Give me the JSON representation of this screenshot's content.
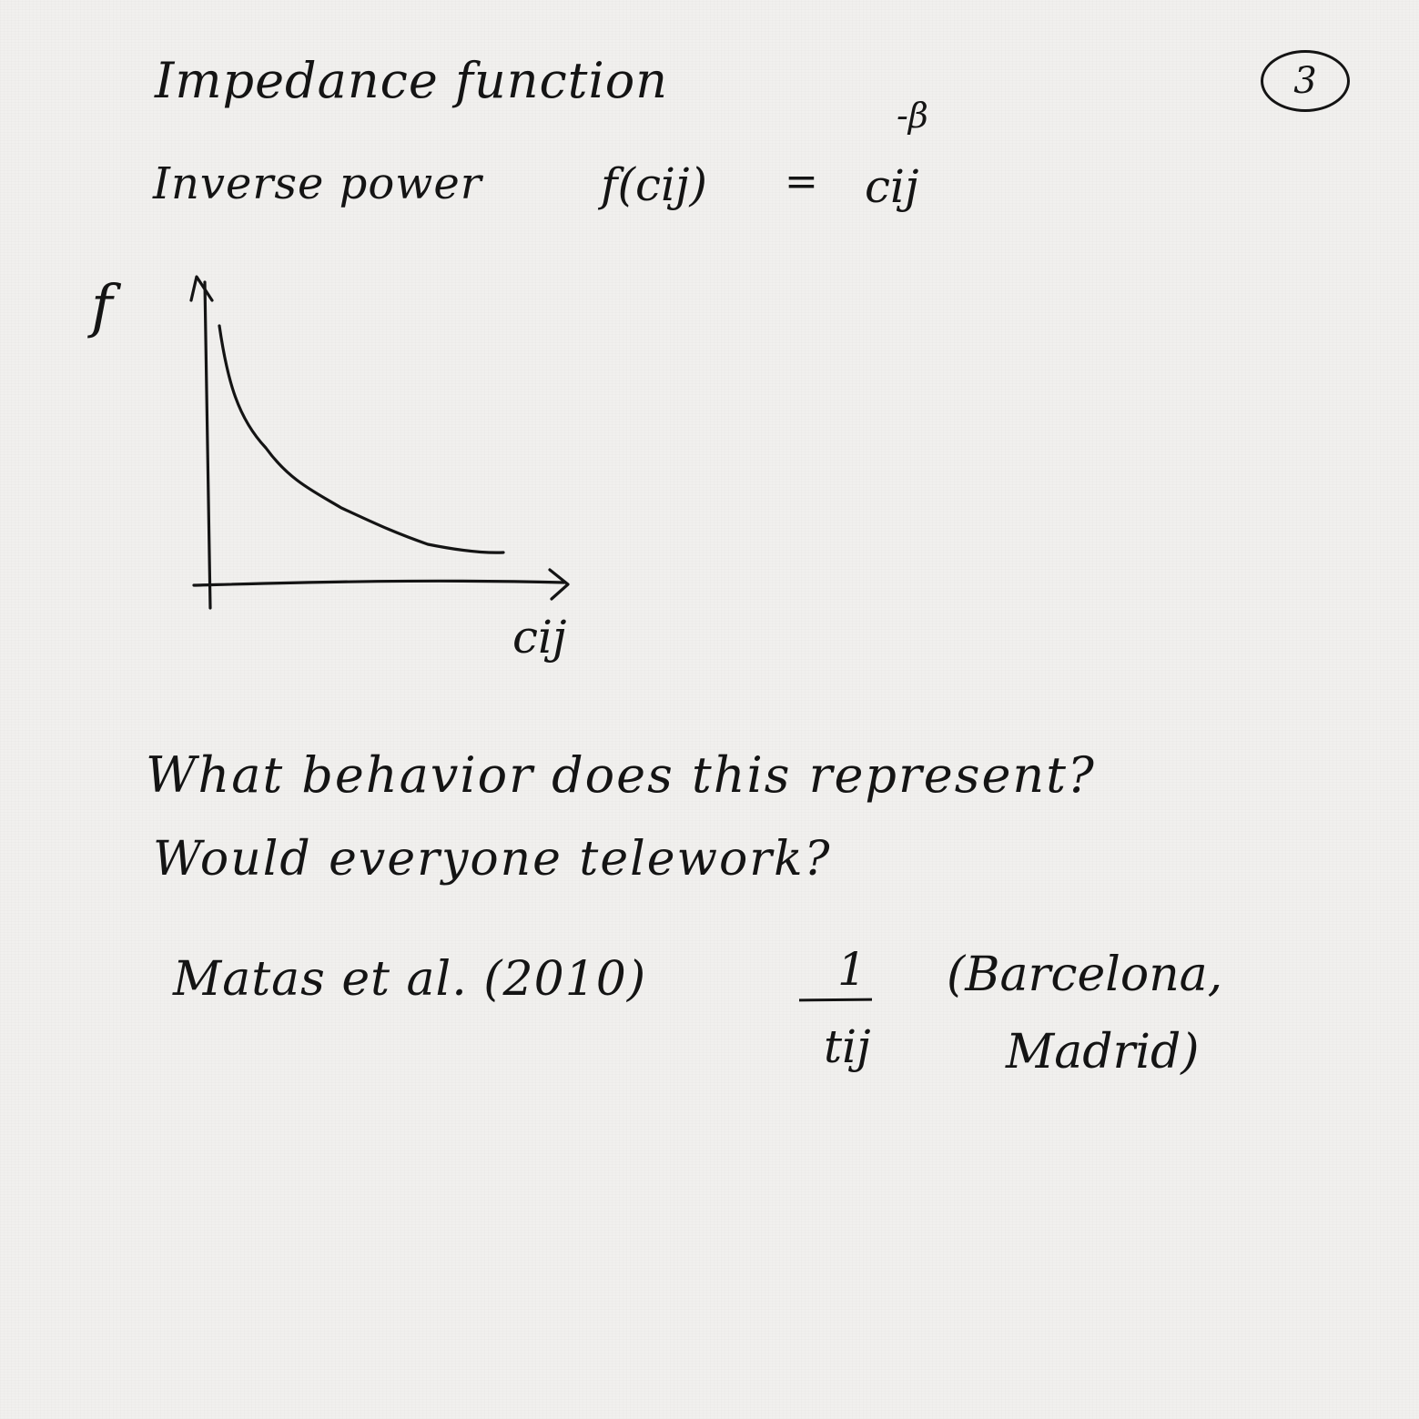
{
  "note": {
    "title": "Impedance function",
    "subtitle": "Inverse power",
    "formula": {
      "lhs": "f(cij)",
      "equals": "=",
      "base": "cij",
      "exponent": "-β"
    },
    "page_number": "3",
    "graph": {
      "y_label": "f",
      "x_label": "cij"
    },
    "questions": [
      "What behavior does this represent?",
      "Would everyone telework?"
    ],
    "reference": {
      "citation": "Matas et al. (2010)",
      "fraction_numerator": "1",
      "fraction_denominator": "tij",
      "cities_line1": "(Barcelona,",
      "cities_line2": "Madrid)"
    }
  },
  "colors": {
    "ink": "#141414",
    "paper": "#f1f0ee"
  }
}
